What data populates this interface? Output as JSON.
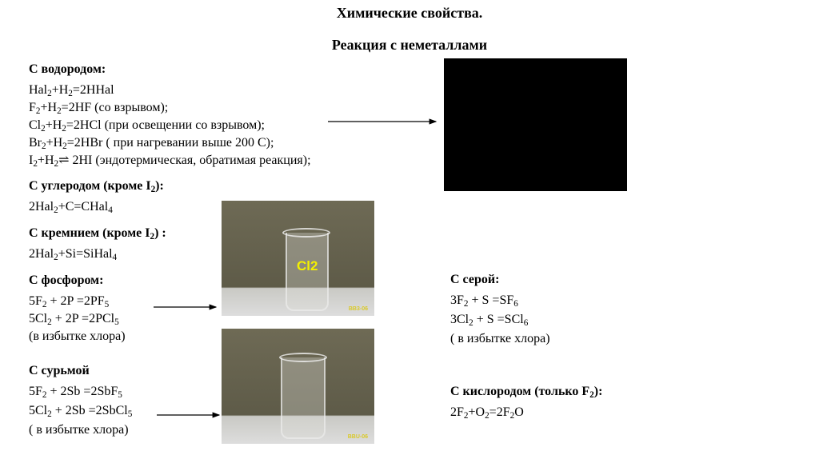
{
  "title": "Химические свойства.",
  "subtitle": "Реакция с неметаллами",
  "sections": {
    "hydrogen": {
      "heading": [
        "С водородом:"
      ],
      "lines": [
        [
          "Hal",
          "_2",
          "+H",
          "_2",
          "=2HHal"
        ],
        [
          "F",
          "_2",
          "+H",
          "_2",
          "=2HF (со взрывом);"
        ],
        [
          "Cl",
          "_2",
          "+H",
          "_2",
          "=2HCl (при освещении со взрывом);"
        ],
        [
          "Br",
          "_2",
          "+H",
          "_2",
          "=2HBr ( при нагревании выше 200 С);"
        ],
        [
          "I",
          "_2",
          "+H",
          "_2",
          "⇌ 2HI (эндотермическая, обратимая реакция);"
        ]
      ]
    },
    "carbon": {
      "heading": [
        "С углеродом (кроме I",
        "_2",
        "):"
      ],
      "lines": [
        [
          "2Hal",
          "_2",
          "+C=CHal",
          "_4"
        ]
      ]
    },
    "silicon": {
      "heading": [
        "С кремнием (кроме I",
        "_2",
        ") :"
      ],
      "lines": [
        [
          "2Hal",
          "_2",
          "+Si=SiHal",
          "_4"
        ]
      ]
    },
    "phosphorus": {
      "heading": [
        "С фосфором:"
      ],
      "lines": [
        [
          "5F",
          "_2",
          " + 2P =2PF",
          "_5"
        ],
        [
          "5Cl",
          "_2",
          " + 2P =2PCl",
          "_5"
        ],
        [
          "(в избытке хлора)"
        ]
      ]
    },
    "antimony": {
      "heading": [
        "С сурьмой"
      ],
      "lines": [
        [
          "5F",
          "_2",
          " + 2Sb =2SbF",
          "_5"
        ],
        [
          "5Cl",
          "_2",
          " + 2Sb =2SbCl",
          "_5"
        ],
        [
          "( в избытке хлора)"
        ]
      ]
    },
    "sulfur": {
      "heading": [
        "С серой:"
      ],
      "lines": [
        [
          "3F",
          "_2",
          " + S  =SF",
          "_6"
        ],
        [
          "3Cl",
          "_2",
          " + S  =SCl",
          "_6"
        ],
        [
          "( в избытке хлора)"
        ]
      ]
    },
    "oxygen": {
      "heading": [
        "С кислородом (только F",
        "_2",
        "):"
      ],
      "lines": [
        [
          "2F",
          "_2",
          "+O",
          "_2",
          "=2F",
          "_2",
          "O"
        ]
      ]
    }
  },
  "photos": {
    "top": {
      "label": "Cl2",
      "watermark": "BB3-06"
    },
    "bottom": {
      "watermark": "BBU-06"
    }
  }
}
